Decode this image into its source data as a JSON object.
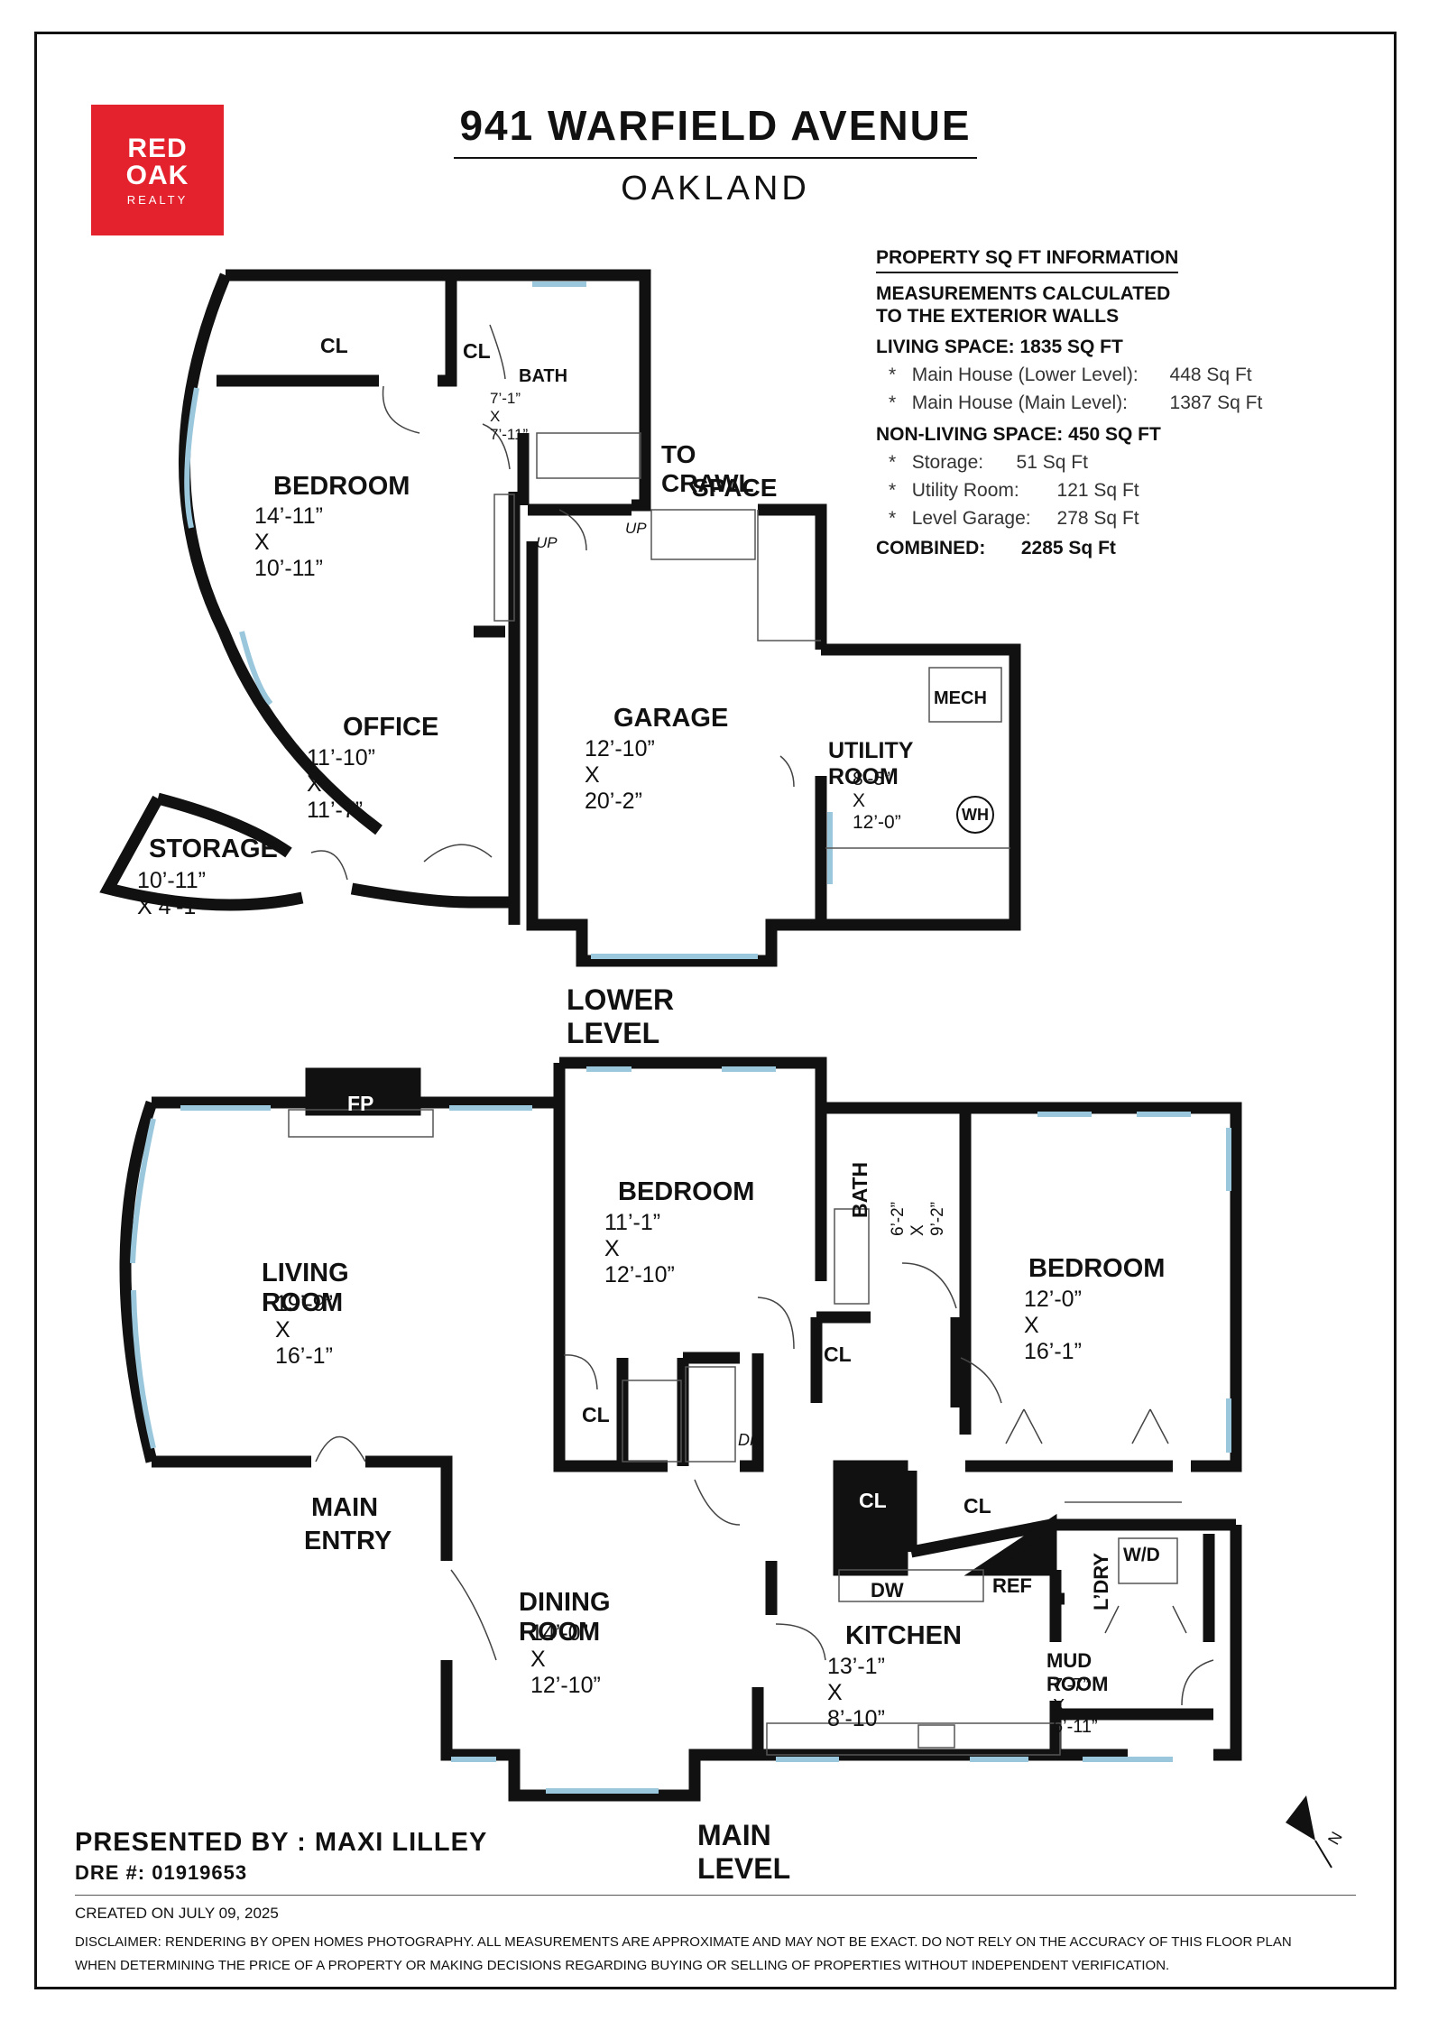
{
  "brand": {
    "line1": "RED",
    "line2": "OAK",
    "line3": "REALTY",
    "color": "#e4222d"
  },
  "header": {
    "address": "941 WARFIELD AVENUE",
    "city": "OAKLAND"
  },
  "sqft": {
    "heading": "PROPERTY SQ FT INFORMATION",
    "note1": "MEASUREMENTS CALCULATED",
    "note2": "TO THE EXTERIOR WALLS",
    "living": "LIVING SPACE: 1835 SQ FT",
    "living_items": [
      {
        "label": "Main House (Lower Level):",
        "value": "448 Sq Ft"
      },
      {
        "label": "Main House (Main Level):",
        "value": "1387 Sq Ft"
      }
    ],
    "nonliving": "NON-LIVING SPACE: 450 SQ FT",
    "nonliving_items": [
      {
        "label": "Storage:",
        "value": "51 Sq Ft"
      },
      {
        "label": "Utility Room:",
        "value": "121 Sq Ft"
      },
      {
        "label": "Level Garage:",
        "value": "278 Sq Ft"
      }
    ],
    "bullet": "*",
    "combined_label": "COMBINED:",
    "combined_value": "2285 Sq Ft"
  },
  "lower_level": {
    "label": "LOWER LEVEL",
    "rooms": {
      "bedroom": {
        "name": "BEDROOM",
        "size": "14’-11” X 10’-11”"
      },
      "office": {
        "name": "OFFICE",
        "size": "11’-10” X 11’-7”"
      },
      "storage": {
        "name": "STORAGE",
        "size": "10’-11” X 4’-1”"
      },
      "bath": {
        "name": "BATH",
        "size": "7’-1” X 7’-11”"
      },
      "garage": {
        "name": "GARAGE",
        "size": "12’-10” X 20’-2”"
      },
      "utility": {
        "name": "UTILITY ROOM",
        "size": "8’-5” X 12’-0”"
      },
      "crawl1": "TO CRAWL",
      "crawl2": "SPACE",
      "cl": "CL",
      "mech": "MECH",
      "wh": "WH",
      "up": "UP"
    }
  },
  "main_level": {
    "label": "MAIN LEVEL",
    "rooms": {
      "living": {
        "name": "LIVING ROOM",
        "size": "19’-9” X 16’-1”"
      },
      "bedroom1": {
        "name": "BEDROOM",
        "size": "11’-1” X 12’-10”"
      },
      "bedroom2": {
        "name": "BEDROOM",
        "size": "12’-0” X 16’-1”"
      },
      "bath": {
        "name": "BATH",
        "size": "6’-2” X 9’-2”"
      },
      "dining": {
        "name": "DINING ROOM",
        "size": "14’-0” X 12’-10”"
      },
      "kitchen": {
        "name": "KITCHEN",
        "size": "13’-1” X 8’-10”"
      },
      "mud": {
        "name": "MUD ROOM",
        "size": "7’-7” X 6’-11”"
      },
      "entry1": "MAIN",
      "entry2": "ENTRY",
      "fp": "FP",
      "cl": "CL",
      "dn": "DN",
      "dw": "DW",
      "ref": "REF",
      "ldry": "L’DRY",
      "wd": "W/D"
    }
  },
  "compass": {
    "letter": "N"
  },
  "footer": {
    "presented": "PRESENTED BY : MAXI LILLEY",
    "dre": "DRE #: 01919653",
    "created": "CREATED ON JULY 09, 2025",
    "disclaimer1": "DISCLAIMER: RENDERING BY OPEN HOMES PHOTOGRAPHY. ALL MEASUREMENTS ARE APPROXIMATE AND MAY NOT BE EXACT. DO NOT RELY ON THE ACCURACY OF THIS FLOOR PLAN",
    "disclaimer2": "WHEN DETERMINING THE PRICE OF A PROPERTY OR MAKING DECISIONS REGARDING BUYING OR SELLING OF PROPERTIES WITHOUT INDEPENDENT VERIFICATION."
  }
}
